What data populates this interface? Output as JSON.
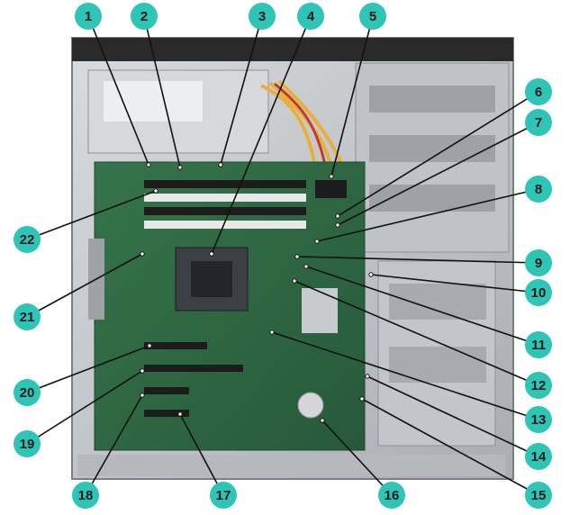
{
  "diagram": {
    "colors": {
      "callout_fill": "#2ec4b6",
      "callout_text": "#1a1a1a",
      "leader_line": "#111111",
      "board": "#2f6b3c",
      "chassis": "#c9ccd0",
      "chassis_dark": "#8e9297"
    },
    "callouts": [
      {
        "id": 1,
        "label": "1"
      },
      {
        "id": 2,
        "label": "2"
      },
      {
        "id": 3,
        "label": "3"
      },
      {
        "id": 4,
        "label": "4"
      },
      {
        "id": 5,
        "label": "5"
      },
      {
        "id": 6,
        "label": "6"
      },
      {
        "id": 7,
        "label": "7"
      },
      {
        "id": 8,
        "label": "8"
      },
      {
        "id": 9,
        "label": "9"
      },
      {
        "id": 10,
        "label": "10"
      },
      {
        "id": 11,
        "label": "11"
      },
      {
        "id": 12,
        "label": "12"
      },
      {
        "id": 13,
        "label": "13"
      },
      {
        "id": 14,
        "label": "14"
      },
      {
        "id": 15,
        "label": "15"
      },
      {
        "id": 16,
        "label": "16"
      },
      {
        "id": 17,
        "label": "17"
      },
      {
        "id": 18,
        "label": "18"
      },
      {
        "id": 19,
        "label": "19"
      },
      {
        "id": 20,
        "label": "20"
      },
      {
        "id": 21,
        "label": "21"
      },
      {
        "id": 22,
        "label": "22"
      }
    ]
  }
}
